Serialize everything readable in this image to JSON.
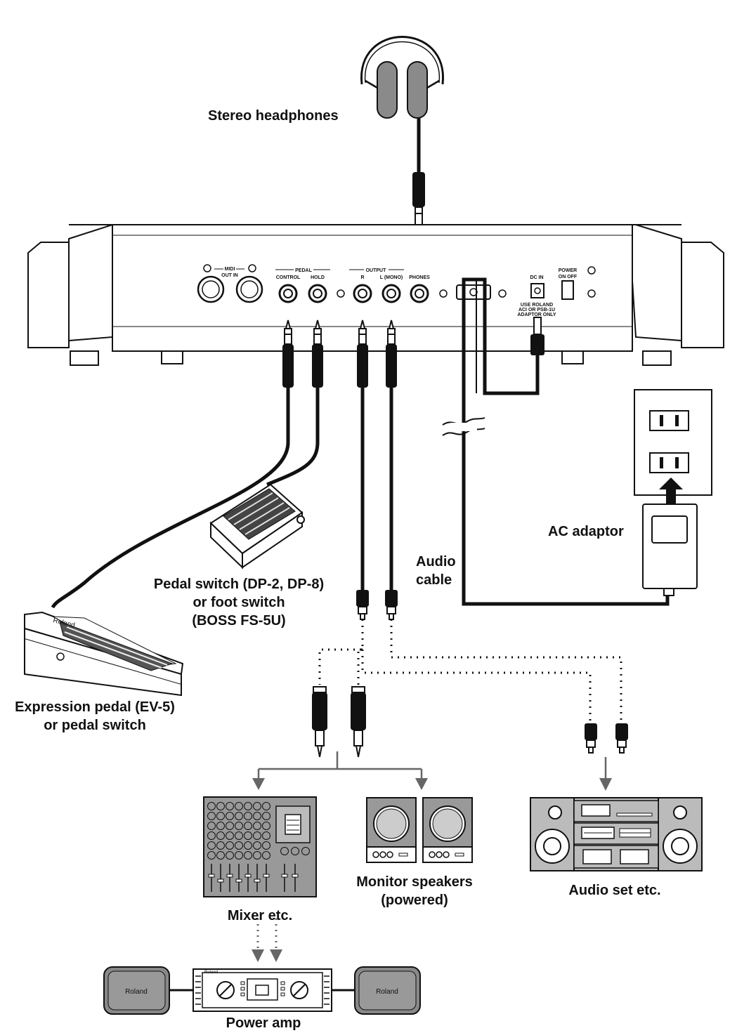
{
  "labels": {
    "headphones": "Stereo headphones",
    "audio_cable": [
      "Audio",
      "cable"
    ],
    "ac_adaptor": "AC adaptor",
    "pedal_switch": [
      "Pedal switch (DP-2, DP-8)",
      "or foot switch",
      "(BOSS FS-5U)"
    ],
    "expression_pedal": [
      "Expression pedal (EV-5)",
      "or pedal switch"
    ],
    "monitor_speakers": [
      "Monitor speakers",
      "(powered)"
    ],
    "mixer": "Mixer etc.",
    "audio_set": "Audio set etc.",
    "power_amp": "Power amp"
  },
  "panel": {
    "midi": "MIDI",
    "midi_ports": "OUT  IN",
    "pedal": "PEDAL",
    "control": "CONTROL",
    "hold": "HOLD",
    "output": "OUTPUT",
    "r": "R",
    "l_mono": "L (MONO)",
    "phones": "PHONES",
    "dc_in": "DC IN",
    "power": "POWER",
    "power_states": "ON   OFF",
    "adaptor_note": [
      "USE ROLAND",
      "ACI OR PSB-1U",
      "ADAPTOR ONLY"
    ]
  },
  "brand": "Roland"
}
